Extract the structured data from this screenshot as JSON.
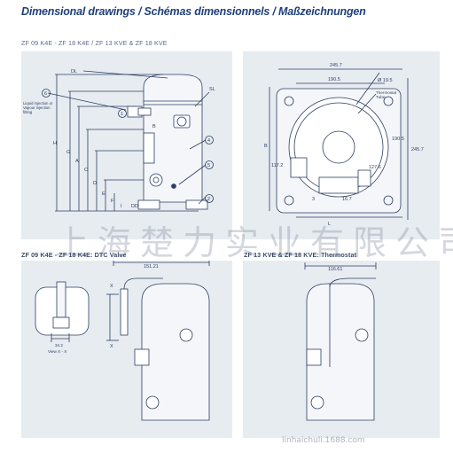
{
  "header": {
    "title": "Dimensional drawings / Schémas dimensionnels / Maßzeichnungen"
  },
  "captions": {
    "top": "ZF 09 K4E - ZF 18 K4E / ZF 13 KVE & ZF 18 KVE",
    "bottom_left": "ZF 09 K4E - ZF 18 K4E: DTC Valve",
    "bottom_right": "ZF 13 KVE & ZF 18 KVE: Thermostat"
  },
  "side_view": {
    "labels": {
      "dl": "DL",
      "sl": "SL",
      "liquid_note": "Liquid injection or\nVapour injection\nfitting",
      "h": "H",
      "g": "G",
      "a": "A",
      "c": "C",
      "d": "D",
      "e": "E",
      "f": "F",
      "b": "B",
      "i": "I",
      "dd": "DD",
      "n1": "1",
      "n2": "2",
      "n4": "4",
      "n5": "5",
      "n6": "6"
    }
  },
  "top_view": {
    "labels": {
      "w1": "245.7",
      "w2": "190.5",
      "dia": "Ø 19.5",
      "thermo": "Thermostat\nTube",
      "b": "B",
      "h1": "190.5",
      "h2": "245.7",
      "d1": "117.2",
      "d2": "127.6",
      "d3": "16.7",
      "l": "L",
      "n3": "3"
    }
  },
  "dtc_view": {
    "labels": {
      "w": "151.21",
      "x1": "X",
      "x2": "X",
      "view": "View X - X",
      "dim": "34.2"
    }
  },
  "thermo_view": {
    "labels": {
      "w": "116.61"
    }
  },
  "watermark": {
    "text": "上海楚力实业有限公司",
    "url": "linhaichuli.1688.com"
  }
}
